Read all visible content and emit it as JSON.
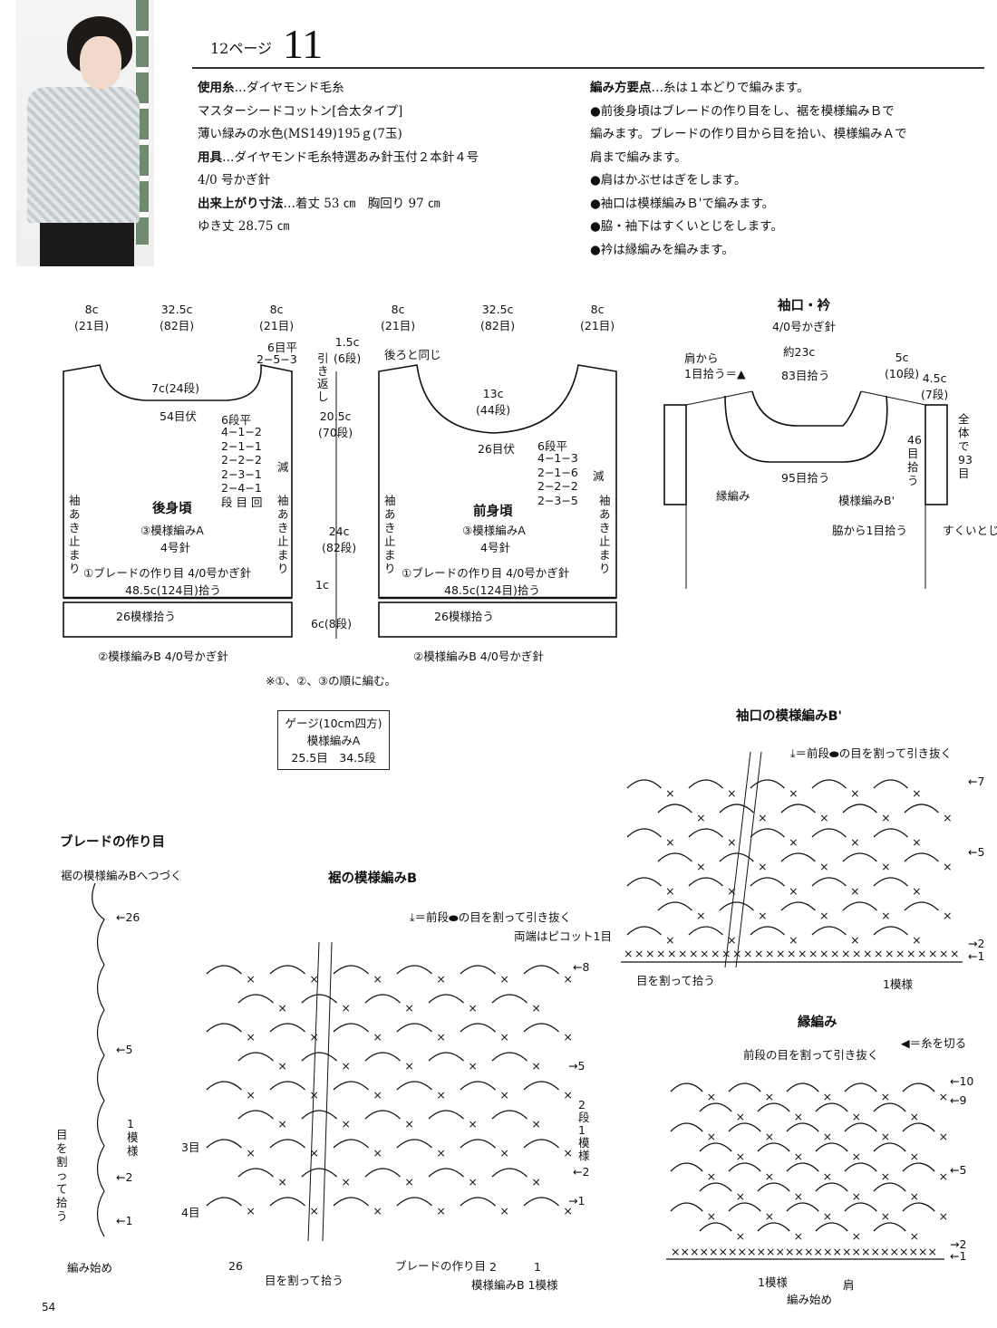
{
  "header": {
    "page_ref": "12ページ",
    "pattern_number": "11"
  },
  "materials": {
    "yarn_label": "使用糸",
    "yarn_value": "…ダイヤモンド毛糸",
    "yarn_name": "マスターシードコットン[合太タイプ]",
    "yarn_color": "薄い緑みの水色(MS149)195ｇ(7玉)",
    "tools_label": "用具",
    "tools_value": "…ダイヤモンド毛糸特選あみ針玉付２本針４号",
    "tools_hook": "4/0 号かぎ針",
    "size_label": "出来上がり寸法",
    "size_value": "…着丈 53 ㎝　胸回り 97 ㎝",
    "sleeve_length": "ゆき丈 28.75 ㎝"
  },
  "instructions": {
    "label": "編み方要点",
    "intro": "…糸は１本どりで編みます。",
    "points": [
      "●前後身頃はブレードの作り目をし、裾を模様編みＢで",
      "編みます。ブレードの作り目から目を拾い、模様編みＡで",
      "肩まで編みます。",
      "●肩はかぶせはぎをします。",
      "●袖口は模様編みＢ'で編みます。",
      "●脇・袖下はすくいとじをします。",
      "●衿は縁編みを編みます。"
    ]
  },
  "back_body": {
    "top_dims": [
      {
        "cm": "8c",
        "st": "(21目)"
      },
      {
        "cm": "32.5c",
        "st": "(82目)"
      },
      {
        "cm": "8c",
        "st": "(21目)"
      }
    ],
    "shoulder_note1": "6目平",
    "shoulder_note2": "2−5−3",
    "shoulder_note3": "引き返し",
    "neck_depth": "7c(24段)",
    "neck_bind": "54目伏",
    "dec_title": "6段平",
    "dec_rows": [
      "4−1−2",
      "2−1−1",
      "2−2−2",
      "2−3−1",
      "2−4−1"
    ],
    "dec_head": "段 目 回",
    "dec_label": "減",
    "armhole_note": "袖あき止まり",
    "title": "後身頃",
    "pattern": "③模様編みA",
    "needle": "4号針",
    "braid": "①ブレードの作り目 4/0号かぎ針",
    "pickup": "48.5c(124目)拾う",
    "pickup2": "26模様拾う",
    "hem": "②模様編みB 4/0号かぎ針",
    "side": [
      {
        "cm": "1.5c",
        "rows": "(6段)"
      },
      {
        "cm": "20.5c",
        "rows": "(70段)"
      },
      {
        "cm": "24c",
        "rows": "(82段)"
      },
      {
        "cm": "1c",
        "rows": ""
      },
      {
        "cm": "6c(8段)",
        "rows": ""
      }
    ]
  },
  "front_body": {
    "top_dims": [
      {
        "cm": "8c",
        "st": "(21目)"
      },
      {
        "cm": "32.5c",
        "st": "(82目)"
      },
      {
        "cm": "8c",
        "st": "(21目)"
      }
    ],
    "same_as_back": "後ろと同じ",
    "neck_depth_cm": "13c",
    "neck_depth_rows": "(44段)",
    "neck_bind": "26目伏",
    "dec_title": "6段平",
    "dec_rows": [
      "4−1−3",
      "2−1−6",
      "2−2−2",
      "2−3−5"
    ],
    "dec_label": "減",
    "armhole_note": "袖あき止まり",
    "title": "前身頃",
    "pattern": "③模様編みA",
    "needle": "4号針",
    "braid": "①ブレードの作り目 4/0号かぎ針",
    "pickup": "48.5c(124目)拾う",
    "pickup2": "26模様拾う",
    "hem": "②模様編みB 4/0号かぎ針"
  },
  "order_note": "※①、②、③の順に編む。",
  "gauge": {
    "title": "ゲージ(10cm四方)",
    "pattern": "模様編みA",
    "values": "25.5目　34.5段"
  },
  "sleeve_collar": {
    "title": "袖口・衿",
    "hook": "4/0号かぎ針",
    "width": "約23c",
    "shoulder_pick": "肩から",
    "shoulder_pick2": "1目拾う＝▲",
    "inner_pick": "83目拾う",
    "collar_depth_cm": "5c",
    "collar_depth_rows": "(10段)",
    "cuff_cm": "4.5c",
    "cuff_rows": "(7段)",
    "total": "全体で93目",
    "cuff_pick": "46目拾う",
    "outer_pick": "95目拾う",
    "edging": "縁編み",
    "cuff_pattern": "模様編みB'",
    "side_pick": "脇から1目拾う",
    "seam": "すくいとじ"
  },
  "cuff_chart": {
    "title": "袖口の模様編みB'",
    "legend": "＝前段⬬の目を割って引き抜く",
    "row_labels": [
      "7",
      "5",
      "2",
      "1"
    ],
    "split_note": "目を割って拾う",
    "repeat": "1模様"
  },
  "braid_chart": {
    "title": "ブレードの作り目",
    "continue_note": "裾の模様編みBへつづく",
    "row_labels": [
      "26",
      "5",
      "2",
      "1"
    ],
    "repeat": "1模様",
    "split_note": "目を割って拾う",
    "start": "編み始め"
  },
  "hem_chart": {
    "title": "裾の模様編みB",
    "legend": "＝前段⬬の目を割って引き抜く",
    "picot_note": "両端はピコット1目",
    "row_labels": [
      "8",
      "5",
      "2",
      "1"
    ],
    "repeat_rows": "2段1模様",
    "side_3": "3目",
    "side_4": "4目",
    "bottom_26": "26",
    "split_note": "目を割って拾う",
    "braid_note": "ブレードの作り目",
    "bottom_2": "2",
    "bottom_1": "1",
    "repeat": "模様編みB 1模様"
  },
  "edge_chart": {
    "title": "縁編み",
    "cut_legend": "◀＝糸を切る",
    "split_note": "前段の目を割って引き抜く",
    "row_labels": [
      "10",
      "9",
      "5",
      "2",
      "1"
    ],
    "repeat": "1模様",
    "shoulder": "肩",
    "start": "編み始め"
  },
  "page_number": "54"
}
